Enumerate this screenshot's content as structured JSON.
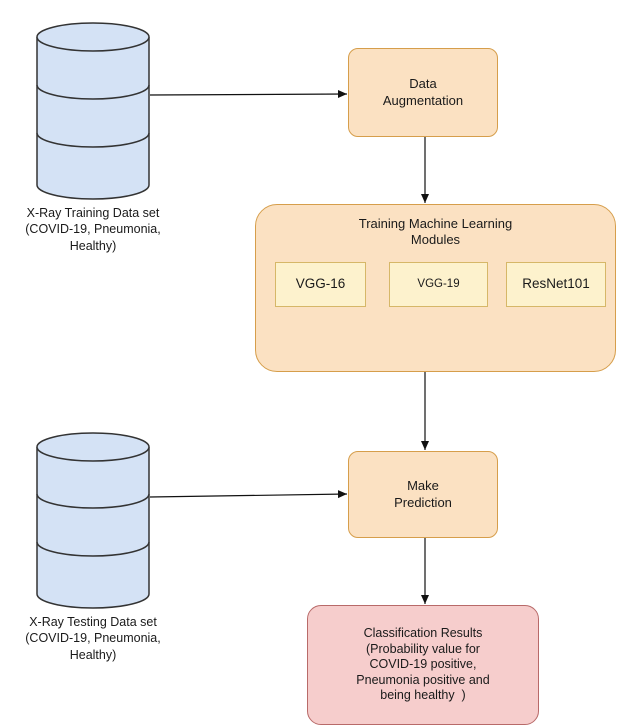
{
  "nodes": {
    "training_data": {
      "lines": [
        "X-Ray Training Data set",
        "(COVID-19, Pneumonia,",
        "Healthy)"
      ]
    },
    "testing_data": {
      "lines": [
        "X-Ray Testing Data set",
        "(COVID-19, Pneumonia,",
        "Healthy)"
      ]
    },
    "augmentation": {
      "lines": [
        "Data",
        "Augmentation"
      ]
    },
    "training": {
      "lines": [
        "Training Machine Learning",
        "Modules"
      ],
      "models": [
        "VGG-16",
        "VGG-19",
        "ResNet101"
      ]
    },
    "prediction": {
      "lines": [
        "Make",
        "Prediction"
      ]
    },
    "results": {
      "lines": [
        "Classification Results",
        "(Probability value for",
        "COVID-19 positive,",
        "Pneumonia positive and",
        "being healthy  )"
      ]
    }
  },
  "colors": {
    "process_fill": "#fbe1c2",
    "process_stroke": "#d69e4b",
    "model_fill": "#fdf2cd",
    "model_stroke": "#d6b768",
    "result_fill": "#f6cdcc",
    "result_stroke": "#b86a69",
    "database_fill": "#d4e2f5",
    "database_stroke": "#333333"
  }
}
